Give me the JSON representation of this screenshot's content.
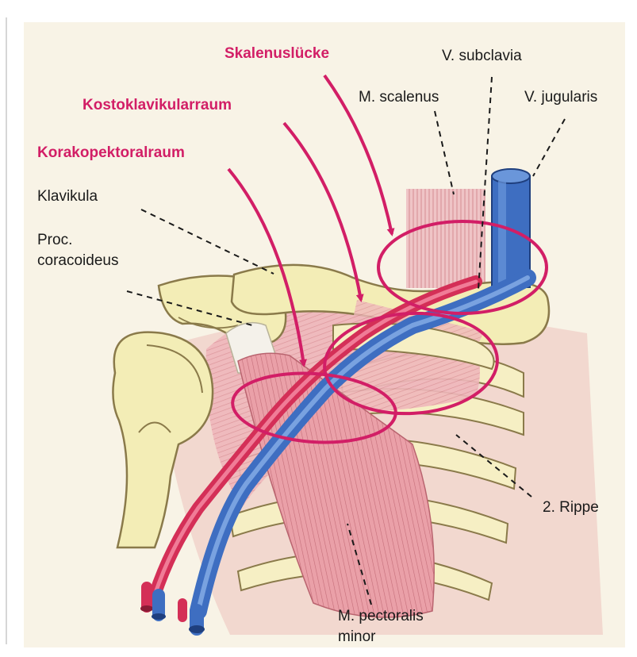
{
  "labels": {
    "skalenusluecke": "Skalenuslücke",
    "kostoklavikularraum": "Kostoklavikularraum",
    "korakopektoralraum": "Korakopektoralraum",
    "klavikula": "Klavikula",
    "proc_line1": "Proc.",
    "proc_line2": "coracoideus",
    "v_subclavia": "V. subclavia",
    "m_scalenus": "M. scalenus",
    "v_jugularis": "V. jugularis",
    "rippe": "2. Rippe",
    "pectoralis_line1": "M. pectoralis",
    "pectoralis_line2": "minor"
  },
  "colors": {
    "accent": "#d21e66",
    "background": "#f8f3e6",
    "bone": "#f3edb6",
    "muscle": "#e9a9ae",
    "vein": "#3e6ec1",
    "artery": "#d42f57",
    "label": "#1a1a1a"
  }
}
